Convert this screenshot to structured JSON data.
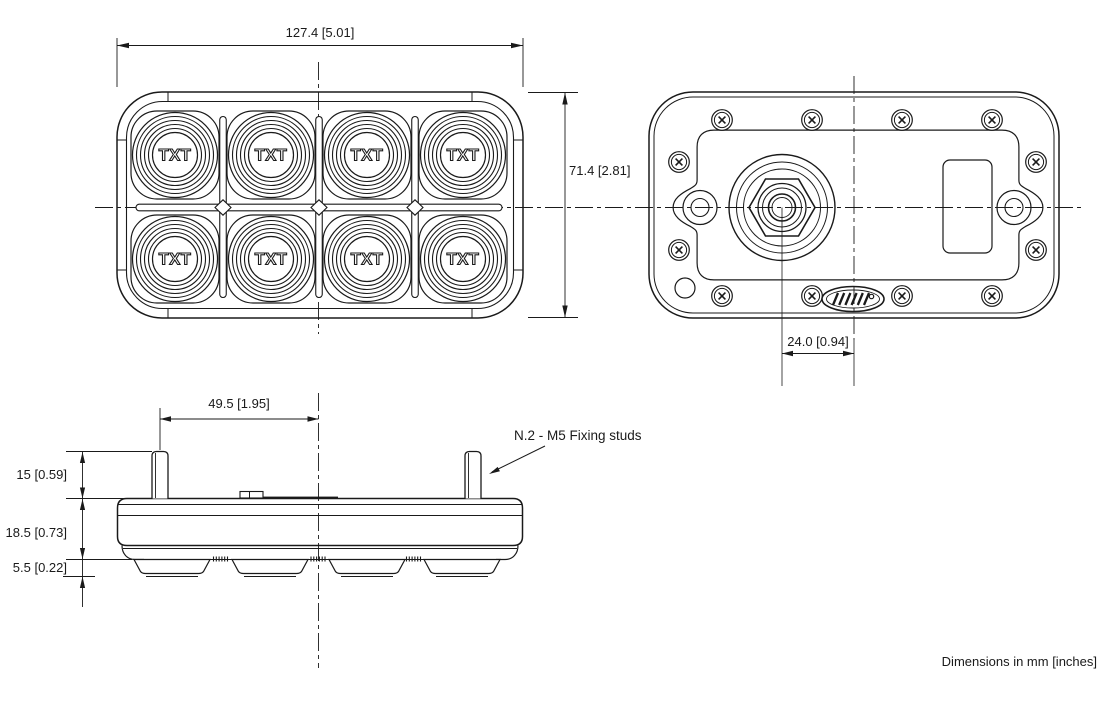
{
  "drawing": {
    "note_units": "Dimensions in mm [inches]",
    "front_view": {
      "button_label": "TXT",
      "dim_width": "127.4 [5.01]",
      "dim_height": "71.4 [2.81]"
    },
    "back_view": {
      "dim_connector_offset": "24.0 [0.94]"
    },
    "side_view": {
      "dim_stud_offset": "49.5 [1.95]",
      "dim_stud_height": "15 [0.59]",
      "dim_body_height": "18.5 [0.73]",
      "dim_button_height": "5.5 [0.22]",
      "note_studs": "N.2 - M5 Fixing studs"
    },
    "line_color": "#1a1a1a"
  }
}
